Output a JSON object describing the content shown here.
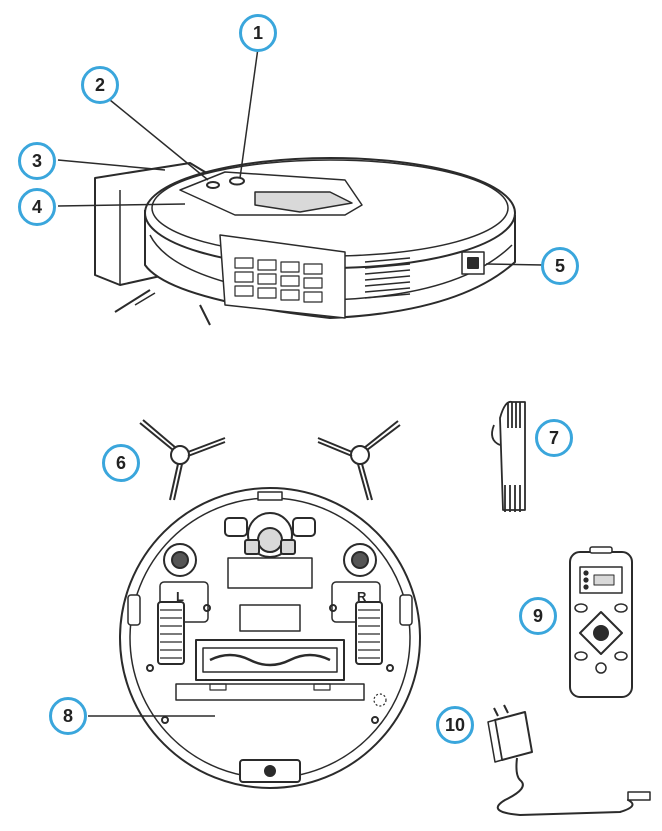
{
  "callouts": [
    {
      "id": "1",
      "label": "1"
    },
    {
      "id": "2",
      "label": "2"
    },
    {
      "id": "3",
      "label": "3"
    },
    {
      "id": "4",
      "label": "4"
    },
    {
      "id": "5",
      "label": "5"
    },
    {
      "id": "6",
      "label": "6"
    },
    {
      "id": "7",
      "label": "7"
    },
    {
      "id": "8",
      "label": "8"
    },
    {
      "id": "9",
      "label": "9"
    },
    {
      "id": "10",
      "label": "10"
    }
  ],
  "wheel_labels": {
    "left": "L",
    "right": "R"
  },
  "colors": {
    "callout_ring": "#3aa6dc",
    "line": "#2b2b2b",
    "fill": "#ffffff",
    "shade": "#d9d9d9"
  }
}
